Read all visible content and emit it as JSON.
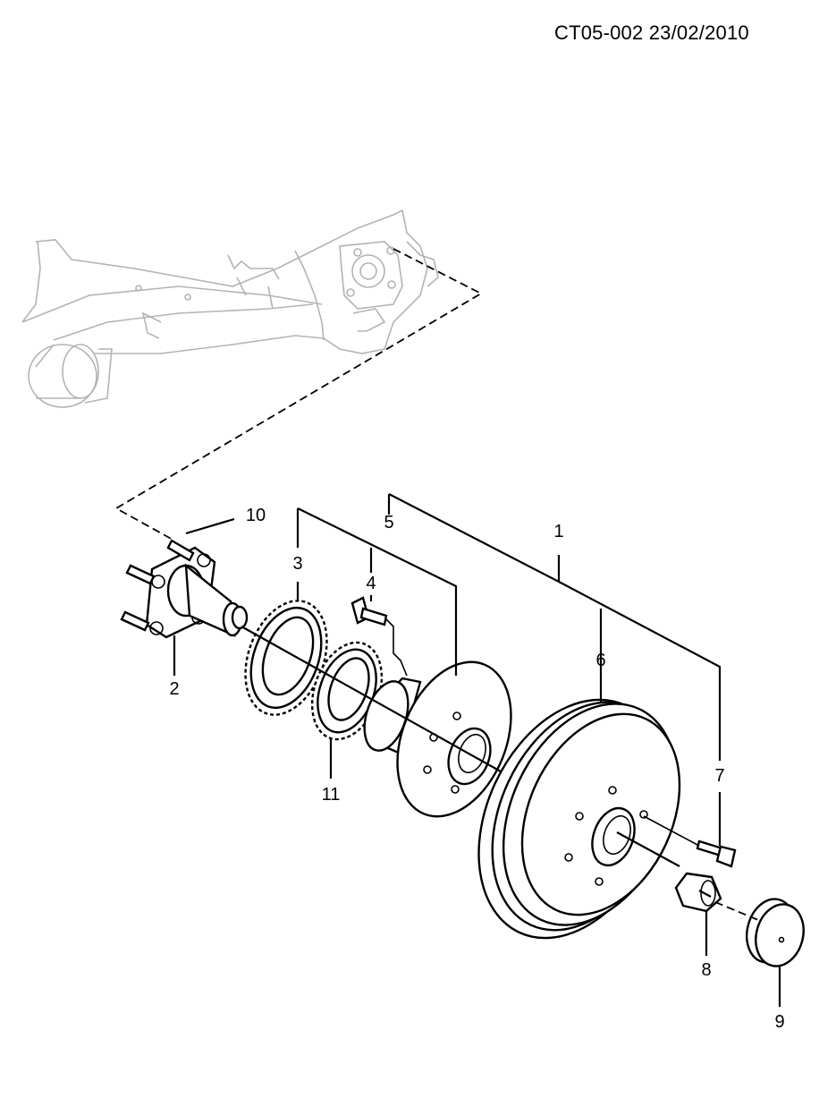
{
  "header": {
    "reference": "CT05-002 23/02/2010"
  },
  "callouts": {
    "c1": "1",
    "c2": "2",
    "c3": "3",
    "c4": "4",
    "c5": "5",
    "c6": "6",
    "c7": "7",
    "c8": "8",
    "c9": "9",
    "c10": "10",
    "c11": "11"
  },
  "colors": {
    "line": "#000000",
    "context_outline": "#b3b3b3",
    "background": "#ffffff"
  }
}
